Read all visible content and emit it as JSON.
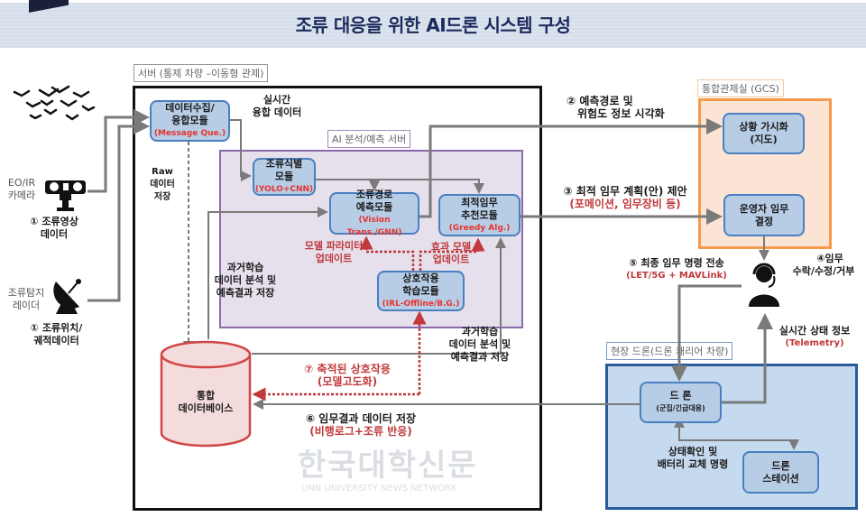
{
  "title": "조류 대응을 위한 AI드론 시스템 구성",
  "server": {
    "label": "서버 (통제 차량 –이동형 관제)"
  },
  "ai_server": {
    "label": "AI 분석/예측 서버"
  },
  "gcs": {
    "label": "통합관제실 (GCS)"
  },
  "field": {
    "label": "현장 드론(드론 캐리어 차량)"
  },
  "modules": {
    "collect": {
      "line1": "데이터수집/",
      "line2": "융합모듈",
      "sub": "(Message Que.)"
    },
    "identify": {
      "line1": "조류식별",
      "line2": "모듈",
      "sub": "(YOLO+CNN)"
    },
    "predict": {
      "line1": "조류경로",
      "line2": "예측모듈",
      "sub": "(Vision Trans./GNN)"
    },
    "mission": {
      "line1": "최적임무",
      "line2": "추천모듈",
      "sub": "(Greedy Alg.)"
    },
    "interact": {
      "line1": "상호작용",
      "line2": "학습모듈",
      "sub": "(IRL-Offline/B.G.)"
    },
    "db": {
      "line1": "통합",
      "line2": "데이터베이스"
    },
    "visual": {
      "line1": "상황 가시화",
      "line2": "(지도)"
    },
    "decide": {
      "line1": "운영자 임무",
      "line2": "결정"
    },
    "drone": {
      "line1": "드 론",
      "sub": "(군집/긴급대응)"
    },
    "station": {
      "line1": "드론",
      "line2": "스테이션"
    }
  },
  "sources": {
    "camera_label": [
      "EO/IR",
      "카메라"
    ],
    "camera_caption": [
      "① 조류영상",
      "데이터"
    ],
    "radar_label": [
      "조류탐지",
      "레이더"
    ],
    "radar_caption": [
      "① 조류위치/",
      "궤적데이터"
    ]
  },
  "annotations": {
    "realtime": [
      "실시간",
      "융합 데이터"
    ],
    "raw": [
      "Raw",
      "데이터",
      "저장"
    ],
    "past1": [
      "과거학습",
      "데이터 분석 및",
      "예측결과 저장"
    ],
    "past2": [
      "과거학습",
      "데이터 분석 및",
      "예측결과 저장"
    ],
    "param": [
      "모델 파라미터",
      "업데이트"
    ],
    "effect": [
      "효과 모델",
      "업데이트"
    ],
    "step2": [
      "② 예측경로 및",
      "위험도 정보 시각화"
    ],
    "step3": [
      "③ 최적 임무 계획(안) 제안",
      "(포메이션, 임무장비 등)"
    ],
    "step4": [
      "④임무",
      "수락/수정/거부"
    ],
    "step5": [
      "⑤ 최종 임무 명령 전송",
      "(LET/5G + MAVLink)"
    ],
    "step6": [
      "⑥ 임무결과 데이터 저장",
      "(비행로그+조류 반응)"
    ],
    "step7": [
      "⑦ 축적된 상호작용",
      "(모델고도화)"
    ],
    "telemetry": [
      "실시간 상태 정보",
      "(Telemetry)"
    ],
    "battery": [
      "상태확인 및",
      "배터리 교체 명령"
    ]
  },
  "watermark": {
    "main": "한국대학신문",
    "sub": "UNN UNIVERSITY NEWS NETWORK"
  },
  "colors": {
    "module_fill": "#b7cde6",
    "module_border": "#4a7fc0",
    "accent_red": "#c0393b",
    "gcs_fill": "#fce4d4",
    "gcs_border": "#f59a4a",
    "field_fill": "#c5d9ef",
    "ai_fill": "#e6dfec"
  }
}
